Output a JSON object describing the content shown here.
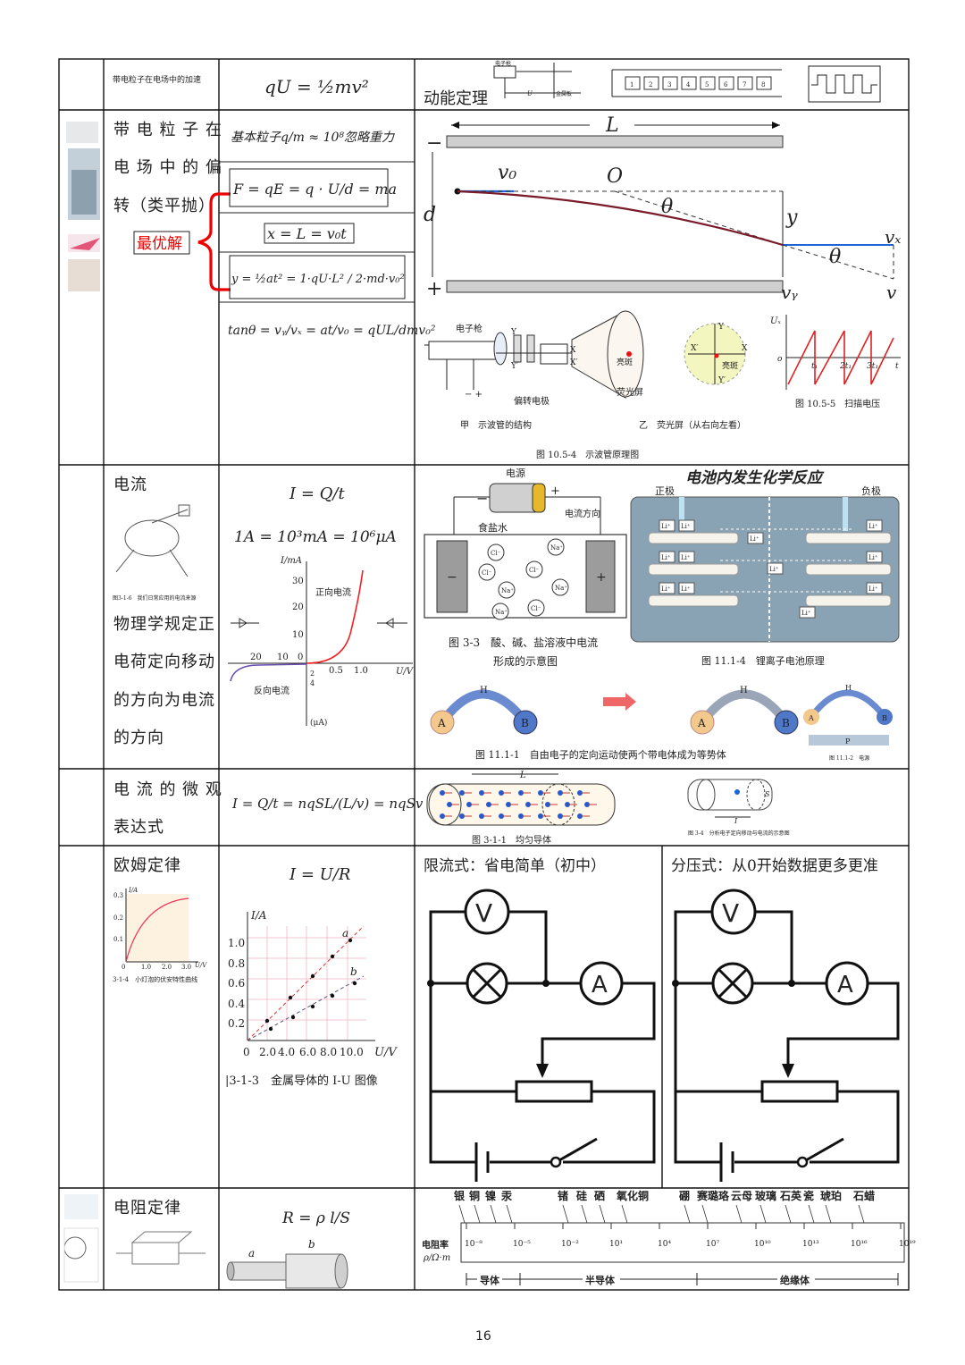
{
  "page_number": "16",
  "rows": {
    "accel": {
      "topic": "带电粒子在电场中的加速",
      "formula": "qU = ½mv²",
      "note": "动能定理",
      "fig_labels": [
        "电子枪",
        "金属板",
        "U"
      ]
    },
    "deflect": {
      "topic": "带电粒子在电场中的偏转（类平抛）",
      "topic_lines": [
        "带 电 粒 子 在",
        "电 场 中 的 偏",
        "转（类平抛）"
      ],
      "best": "最优解",
      "f1": "基本粒子q/m ≈ 10⁸忽略重力",
      "f2": "F = qE = q · U/d = ma",
      "f3": "x = L = v₀t",
      "f4": "y = ½at² = 1·qU·L² / 2·md·v₀²",
      "f5": "tanθ = vᵧ/vₓ = at/v₀ = qUL/dmv₀²",
      "fig": {
        "L": "L",
        "d": "d",
        "v0": "v₀",
        "O": "O",
        "theta": "θ",
        "y": "y",
        "vx": "vₓ",
        "v": "v",
        "vy": "vᵧ",
        "gun": "电子枪",
        "electrode": "偏转电极",
        "screen": "荧光屏",
        "spot": "亮斑",
        "cap_a": "甲　示波管的结构",
        "cap_b": "乙　荧光屏（从右向左看）",
        "cap_fig": "图 10.5-4　示波管原理图",
        "cap_sweep": "图 10.5-5　扫描电压",
        "ux": "Uₓ",
        "t1": "t₁",
        "t2": "2t₁",
        "t3": "3t₁",
        "t": "t",
        "o": "o",
        "X": "X",
        "Xp": "X′",
        "Y": "Y",
        "Yp": "Y′"
      }
    },
    "current": {
      "topic": "电流",
      "f1": "I = Q/t",
      "f2": "1A = 10³mA = 10⁶μA",
      "def_lines": [
        "物理学规定正",
        "电荷定向移动",
        "的方向为电流",
        "的方向"
      ],
      "fig_caption": "图3-1-6　我们日常应用的电流来源",
      "iv": {
        "ylabel": "I/mA",
        "xlabel": "U/V",
        "fwd": "正向电流",
        "rev": "反向电流",
        "ua": "(μA)",
        "yt": [
          "30",
          "20",
          "10"
        ],
        "xt": [
          "0.5",
          "1.0"
        ],
        "nt": [
          "20",
          "10",
          "0"
        ],
        "small": [
          "2",
          "4"
        ]
      },
      "salt": {
        "source": "电源",
        "water": "食盐水",
        "dir": "电流方向",
        "cap1": "图 3-3　酸、碱、盐溶液中电流",
        "cap2": "形成的示意图",
        "cl": "Cl⁻",
        "na": "Na⁺",
        "minus": "−",
        "plus": "+"
      },
      "li": {
        "title": "电池内发生化学反应",
        "pos": "正极",
        "neg": "负极",
        "ion": "Li⁺",
        "cap": "图 11.1-4　锂离子电池原理"
      },
      "eq": {
        "cap": "图 11.1-1　自由电子的定向运动使两个带电体成为等势体",
        "cap2": "图 11.1-2　电源",
        "H": "H",
        "A": "A",
        "B": "B",
        "P": "P"
      }
    },
    "micro": {
      "topic_lines": [
        "电 流 的 微 观",
        "表达式"
      ],
      "f1": "I = Q/t = nqSL/(L/v) = nqSv",
      "cap1": "图 3-1-1　均匀导体",
      "cap2": "图 3-4　分析电子定向移动与电流的示意图",
      "L": "L",
      "s": "S",
      "I": "I"
    },
    "ohm": {
      "topic": "欧姆定律",
      "f1": "I = U/R",
      "bulb_cap": "3-1-4　小灯泡的伏安特性曲线",
      "bulb": {
        "ylabel": "I/A",
        "xlabel": "U/V",
        "yt": [
          "0.3",
          "0.2",
          "0.1"
        ],
        "xt": [
          "0",
          "1.0",
          "2.0",
          "3.0"
        ]
      },
      "metal": {
        "ylabel": "I/A",
        "xlabel": "U/V",
        "yt": [
          "1.0",
          "0.8",
          "0.6",
          "0.4",
          "0.2"
        ],
        "xt": [
          "0",
          "2.0",
          "4.0",
          "6.0",
          "8.0",
          "10.0"
        ],
        "a": "a",
        "b": "b"
      },
      "metal_cap": "|3-1-3　金属导体的 I-U 图像",
      "limit": "限流式：省电简单（初中）",
      "divider": "分压式：从0开始数据更多更准",
      "V": "V",
      "A": "A"
    },
    "resist": {
      "topic": "电阻定律",
      "f1": "R = ρ l/S",
      "a": "a",
      "b": "b",
      "materials": [
        "银",
        "铜",
        "镍",
        "汞",
        "锗",
        "硅",
        "硒",
        "氧化铜",
        "硼",
        "赛璐珞",
        "云母",
        "玻璃",
        "石英",
        "瓷",
        "琥珀",
        "石蜡"
      ],
      "axis_label": "电阻率",
      "axis_unit": "ρ/Ω·m",
      "ticks": [
        "10⁻⁸",
        "10⁻⁵",
        "10⁻²",
        "10¹",
        "10⁴",
        "10⁷",
        "10¹⁰",
        "10¹³",
        "10¹⁶",
        "10¹⁹"
      ],
      "bands": [
        "导体",
        "半导体",
        "绝缘体"
      ]
    }
  }
}
